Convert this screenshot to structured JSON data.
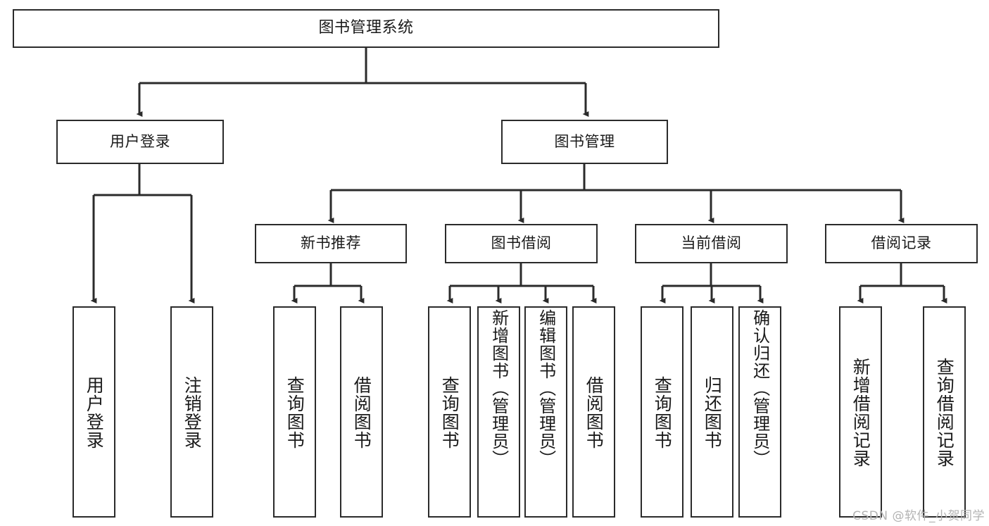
{
  "diagram": {
    "title": "图书管理系统",
    "type": "功能结构图",
    "watermark": "CSDN @软件_小贺同学",
    "colors": {
      "box_border": "#2b2b2b",
      "box_fill": "#ffffff",
      "connector": "#2b2b2b",
      "text": "#1a1a1a",
      "watermark": "#b3b3b3",
      "background": "#ffffff"
    },
    "root": {
      "label": "图书管理系统"
    },
    "level1": [
      {
        "id": "user-login",
        "label": "用户登录"
      },
      {
        "id": "book-manage",
        "label": "图书管理"
      }
    ],
    "level2": [
      {
        "id": "new-book-recommend",
        "label": "新书推荐"
      },
      {
        "id": "book-borrow",
        "label": "图书借阅"
      },
      {
        "id": "current-borrow",
        "label": "当前借阅"
      },
      {
        "id": "borrow-record",
        "label": "借阅记录"
      }
    ],
    "leaves": {
      "user_login": [
        {
          "id": "leaf-user-login",
          "label": "用户登录"
        },
        {
          "id": "leaf-logout",
          "label": "注销登录"
        }
      ],
      "new_book_recommend": [
        {
          "id": "leaf-query-book-1",
          "label": "查询图书"
        },
        {
          "id": "leaf-borrow-book-1",
          "label": "借阅图书"
        }
      ],
      "book_borrow": [
        {
          "id": "leaf-query-book-2",
          "label": "查询图书"
        },
        {
          "id": "leaf-add-book",
          "label": "新增图书（管理员）"
        },
        {
          "id": "leaf-edit-book",
          "label": "编辑图书（管理员）"
        },
        {
          "id": "leaf-borrow-book-2",
          "label": "借阅图书"
        }
      ],
      "current_borrow": [
        {
          "id": "leaf-query-book-3",
          "label": "查询图书"
        },
        {
          "id": "leaf-return-book",
          "label": "归还图书"
        },
        {
          "id": "leaf-confirm-return",
          "label": "确认归还（管理员）"
        }
      ],
      "borrow_record": [
        {
          "id": "leaf-add-record",
          "label": "新增借阅记录"
        },
        {
          "id": "leaf-query-record",
          "label": "查询借阅记录"
        }
      ]
    }
  }
}
